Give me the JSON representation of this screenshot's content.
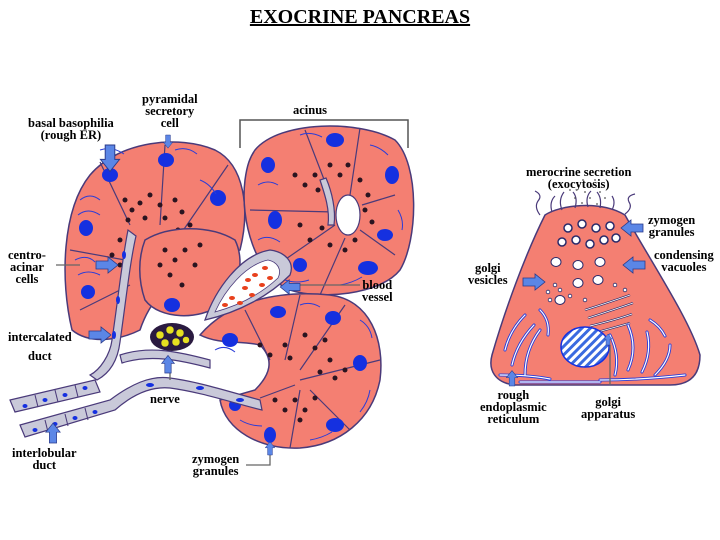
{
  "title": "EXOCRINE PANCREAS",
  "colors": {
    "cell_cytoplasm": "#f47f72",
    "cell_outline": "#4a3a7a",
    "rough_er": "#2a3cd8",
    "nucleus": "#1530e0",
    "zymogen_granule": "#2a1420",
    "duct_cell": "#c9c9d9",
    "pointer_arrow": "#5b86e6",
    "red_blood_cell": "#e8401c",
    "nerve": "#e6e020",
    "leader_line": "#666666"
  },
  "labels": {
    "basal_basophilia": [
      "basal basophilia",
      "(rough ER)"
    ],
    "pyramidal_cell": [
      "pyramidal",
      "secretory",
      "cell"
    ],
    "acinus": [
      "acinus"
    ],
    "centroacinar": [
      "centro-",
      "acinar",
      "cells"
    ],
    "intercalated": [
      "intercalated",
      "duct"
    ],
    "blood_vessel": [
      "blood",
      "vessel"
    ],
    "nerve": [
      "nerve"
    ],
    "interlobular": [
      "interlobular",
      "duct"
    ],
    "zymogen_left": [
      "zymogen",
      "granules"
    ],
    "merocrine": [
      "merocrine secretion",
      "(exocytosis)"
    ],
    "zymogen_right": [
      "zymogen",
      "granules"
    ],
    "condensing": [
      "condensing",
      "vacuoles"
    ],
    "golgi_vesicles": [
      "golgi",
      "vesicles"
    ],
    "rough_er": [
      "rough",
      "endoplasmic",
      "reticulum"
    ],
    "golgi_apparatus": [
      "golgi",
      "apparatus"
    ]
  }
}
